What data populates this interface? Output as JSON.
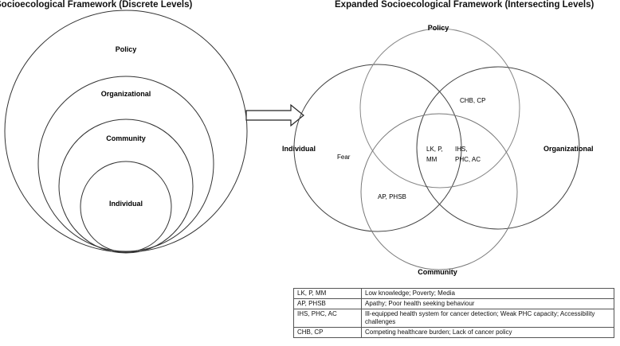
{
  "left_panel": {
    "title": "Socioecological Framework (Discrete Levels)",
    "levels": [
      "Policy",
      "Organizational",
      "Community",
      "Individual"
    ]
  },
  "right_panel": {
    "title": "Expanded Socioecological Framework (Intersecting Levels)",
    "circle_labels": {
      "policy": "Policy",
      "individual": "Individual",
      "organizational": "Organizational",
      "community": "Community"
    },
    "region_labels": {
      "fear": "Fear",
      "chb_cp": "CHB, CP",
      "center_line1": "LK, P,",
      "center_line2": "MM",
      "ihs_line1": "IHS,",
      "ihs_line2": "PHC, AC",
      "ap_phsb": "AP, PHSB"
    }
  },
  "legend": [
    {
      "abbr": "LK, P, MM",
      "meaning": "Low knowledge; Poverty; Media"
    },
    {
      "abbr": "AP, PHSB",
      "meaning": "Apathy; Poor health seeking behaviour"
    },
    {
      "abbr": "IHS, PHC, AC",
      "meaning": "Ill-equipped health system for cancer detection; Weak PHC capacity; Accessibility challenges"
    },
    {
      "abbr": "CHB, CP",
      "meaning": "Competing healthcare burden; Lack of cancer policy"
    }
  ]
}
